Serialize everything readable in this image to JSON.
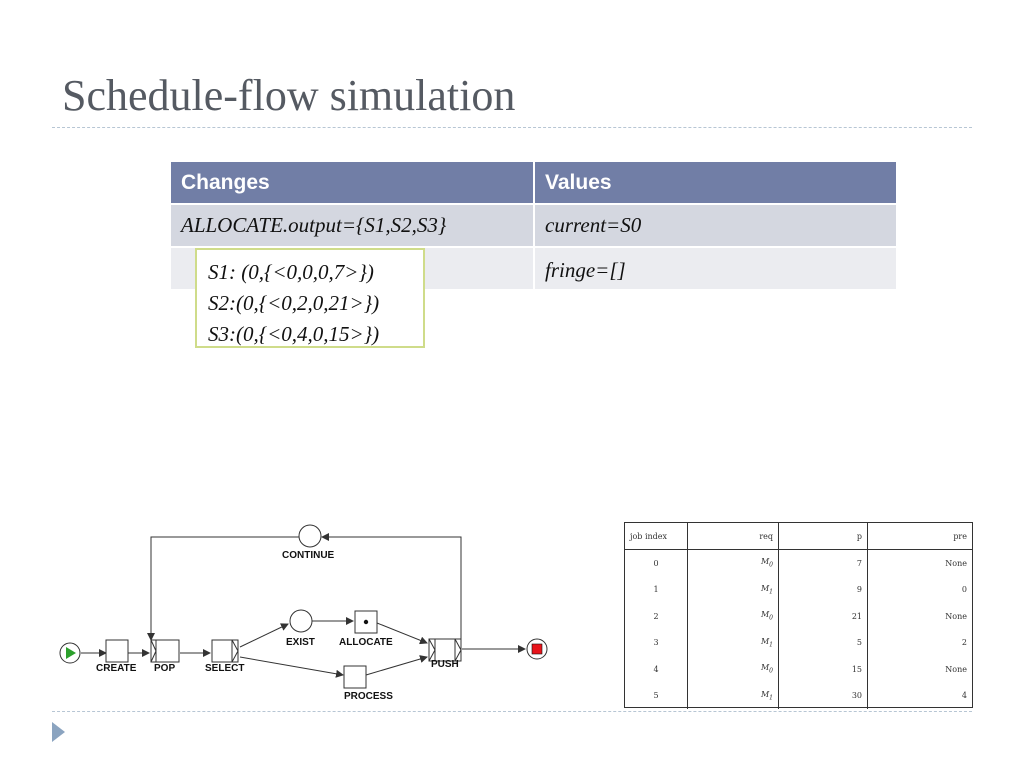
{
  "slide": {
    "title": "Schedule-flow simulation"
  },
  "changes_table": {
    "headers": [
      "Changes",
      "Values"
    ],
    "rows": [
      [
        "ALLOCATE.output={S1,S2,S3}",
        "current=S0"
      ],
      [
        "",
        "fringe=[]"
      ]
    ]
  },
  "states_box": {
    "lines": [
      "S1: (0,{<0,0,0,7>})",
      "S2:(0,{<0,2,0,21>})",
      "S3:(0,{<0,4,0,15>})"
    ]
  },
  "flow_diagram": {
    "nodes": {
      "continue": "CONTINUE",
      "create": "CREATE",
      "pop": "POP",
      "select": "SELECT",
      "exist": "EXIST",
      "allocate": "ALLOCATE",
      "process": "PROCESS",
      "push": "PUSH"
    },
    "colors": {
      "start": "#2ca02c",
      "end": "#e8141b"
    }
  },
  "jobs_table": {
    "headers": [
      "job index",
      "req",
      "p",
      "pre"
    ],
    "rows": [
      [
        "0",
        "M0",
        "7",
        "None"
      ],
      [
        "1",
        "M1",
        "9",
        "0"
      ],
      [
        "2",
        "M0",
        "21",
        "None"
      ],
      [
        "3",
        "M1",
        "5",
        "2"
      ],
      [
        "4",
        "M0",
        "15",
        "None"
      ],
      [
        "5",
        "M1",
        "30",
        "4"
      ]
    ]
  }
}
